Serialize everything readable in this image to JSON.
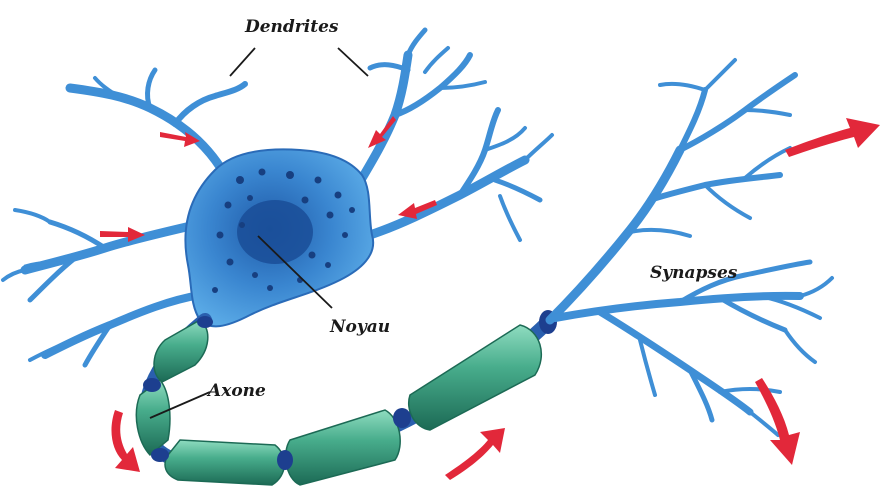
{
  "labels": {
    "dendrites": "Dendrites",
    "nucleus": "Noyau",
    "axon": "Axone",
    "synapses": "Synapses"
  },
  "colors": {
    "neuron_blue": "#3f8fd6",
    "neuron_dark": "#2a6bb8",
    "myelin_green": "#45a98a",
    "myelin_dark": "#1f6e5a",
    "node_blue": "#1d3f8f",
    "arrow_red": "#e2283a"
  }
}
